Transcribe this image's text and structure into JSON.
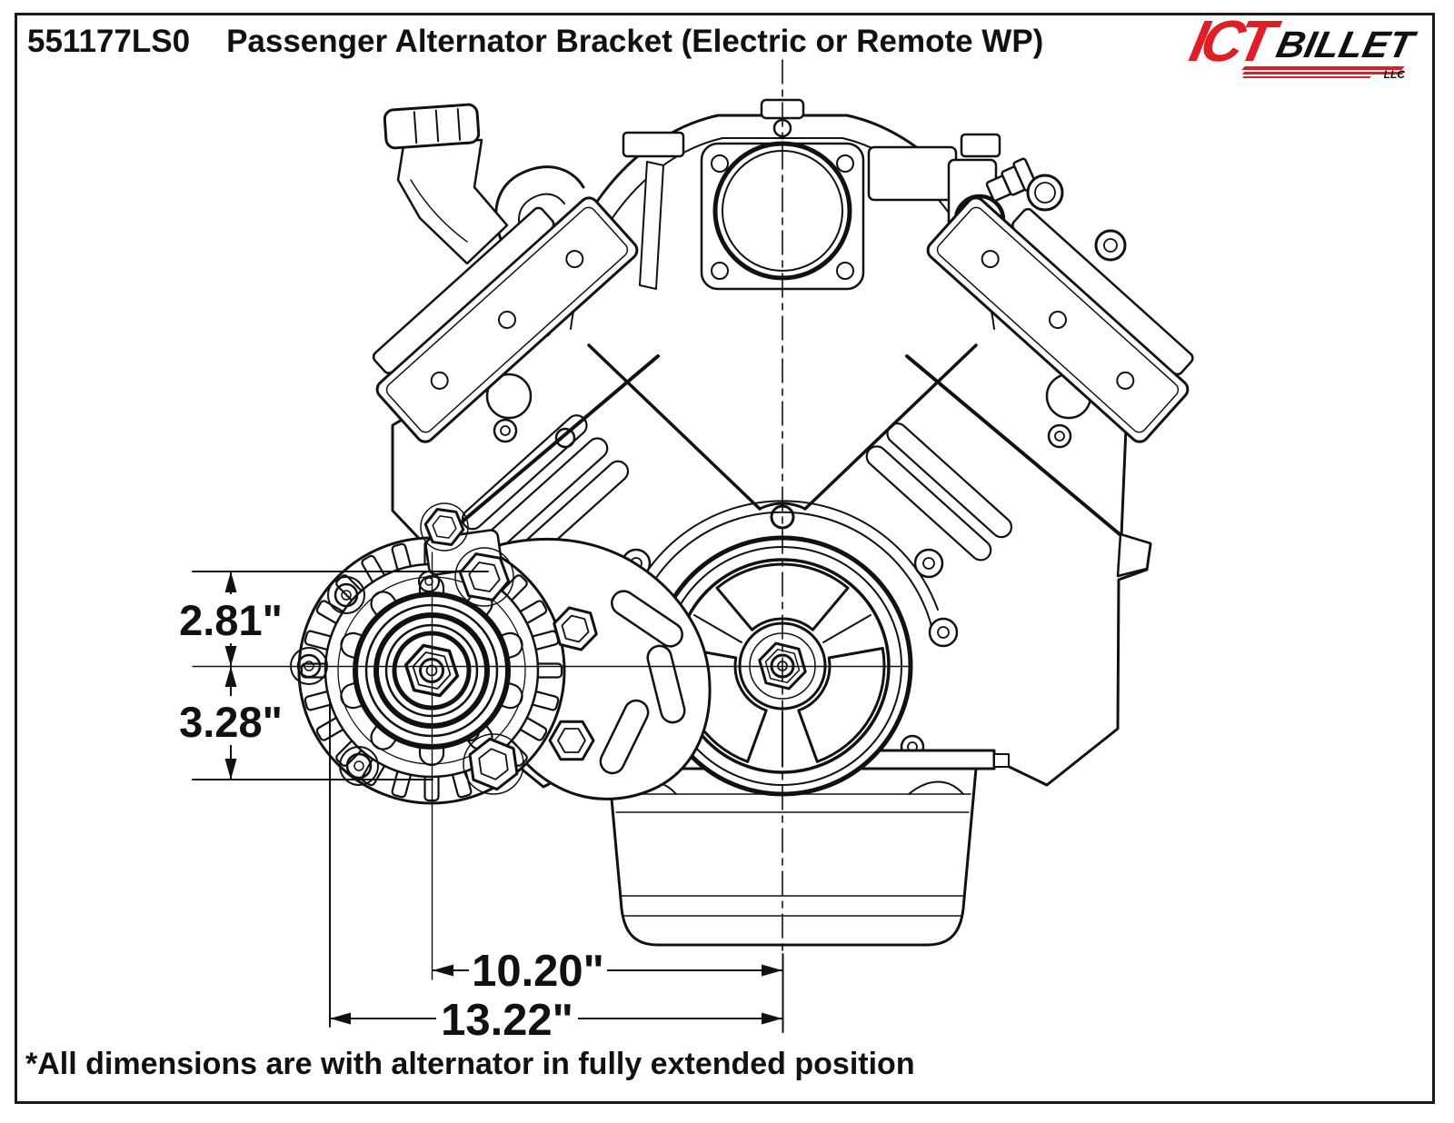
{
  "header": {
    "part_number": "551177LS0",
    "title": "Passenger Alternator Bracket (Electric or Remote WP)"
  },
  "logo": {
    "ict": "ICT",
    "billet": "BILLET",
    "llc": "LLC",
    "red": "#e01e25",
    "black": "#111111"
  },
  "dimensions": {
    "vertical": [
      {
        "label": "2.81\""
      },
      {
        "label": "3.28\""
      }
    ],
    "horizontal": [
      {
        "label": "10.20\""
      },
      {
        "label": "13.22\""
      }
    ]
  },
  "footnote": "*All dimensions are with alternator in fully extended position",
  "drawing": {
    "line_color": "#111111",
    "background": "#ffffff"
  }
}
